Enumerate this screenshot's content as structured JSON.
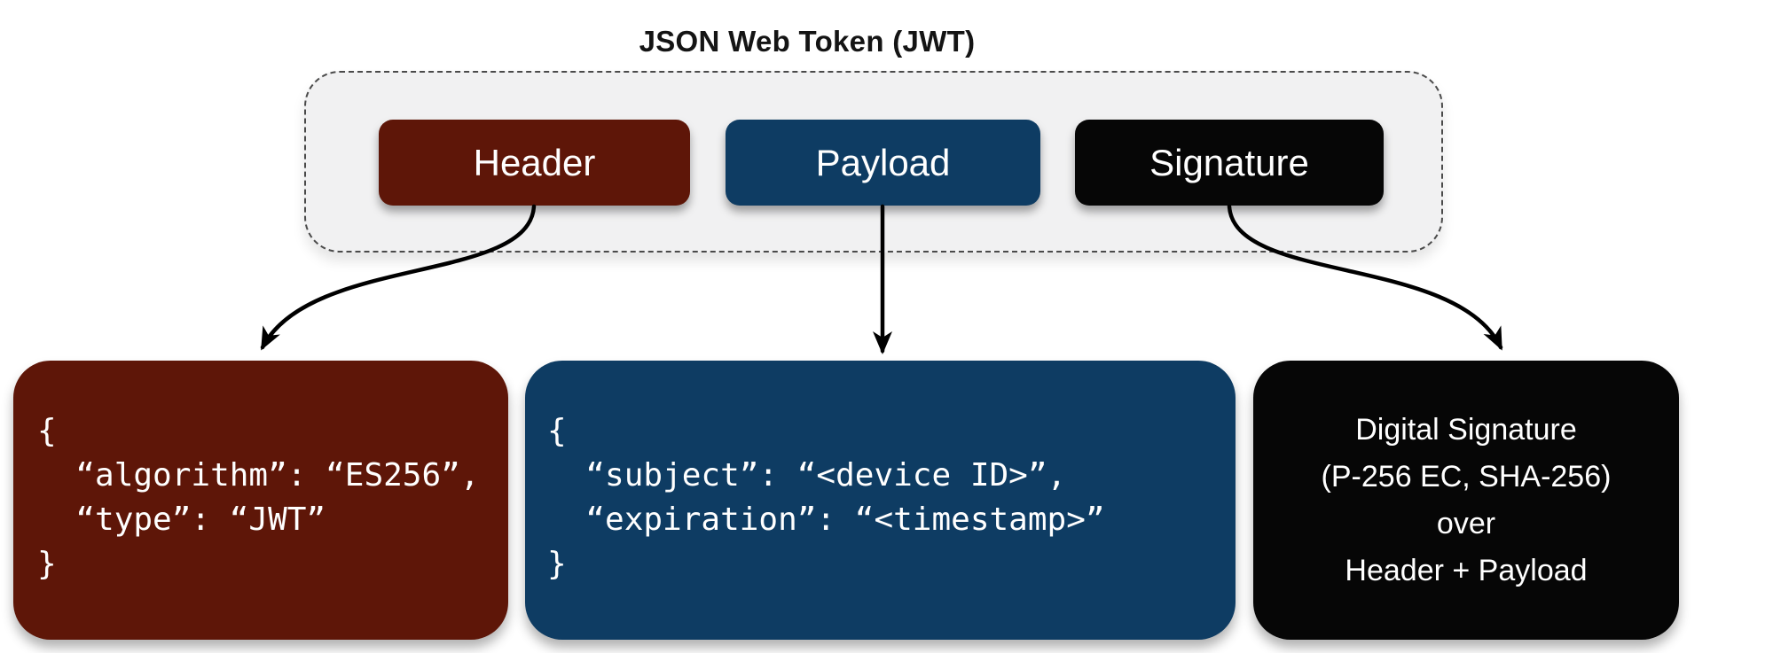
{
  "title": "JSON Web Token (JWT)",
  "colors": {
    "header": "#5e1608",
    "payload": "#0e3c63",
    "signature": "#060606",
    "group_bg": "#f1f1f2",
    "arrow": "#000000",
    "text_light": "#ffffff",
    "title_text": "#141414"
  },
  "token_group": {
    "chips": [
      {
        "label": "Header"
      },
      {
        "label": "Payload"
      },
      {
        "label": "Signature"
      }
    ]
  },
  "detail_boxes": {
    "header": {
      "lines": [
        "{",
        "  “algorithm”: “ES256”,",
        "  “type”: “JWT”",
        "}"
      ]
    },
    "payload": {
      "lines": [
        "{",
        "  “subject”: “<device ID>”,",
        "  “expiration”: “<timestamp>”",
        "}"
      ]
    },
    "signature": {
      "lines": [
        "Digital Signature",
        "(P-256 EC, SHA-256)",
        "over",
        "Header + Payload"
      ]
    }
  }
}
